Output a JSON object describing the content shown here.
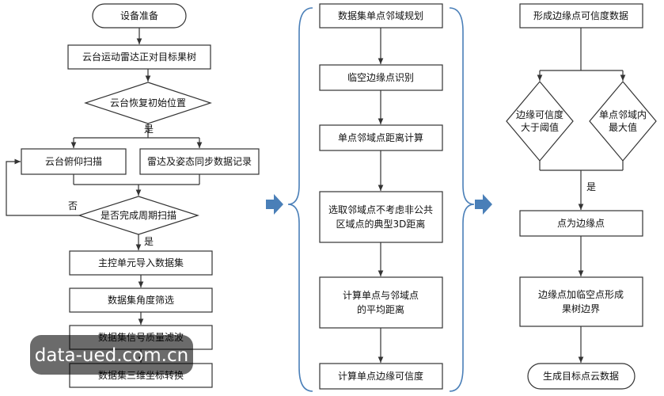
{
  "colors": {
    "stroke": "#333333",
    "accent": "#4a7fb8",
    "text": "#111111"
  },
  "left": {
    "start": "设备准备",
    "align": "云台运动雷达正对目标果树",
    "decision_reset": "云台恢复初始位置",
    "yes_1": "是",
    "scan": "云台俯仰扫描",
    "record": "雷达及姿态同步数据记录",
    "no": "否",
    "decision_period": "是否完成周期扫描",
    "yes_2": "是",
    "import": "主控单元导入数据集",
    "angle_filter": "数据集角度筛选",
    "quality_filter": "数据集信号质量滤波",
    "transform": "数据集三维坐标转换"
  },
  "middle": {
    "plan": "数据集单点邻域规划",
    "identify": "临空边缘点识别",
    "distance": "单点邻域点距离计算",
    "select_l1": "选取邻域点不考虑非公共",
    "select_l2": "区域点的典型3D距离",
    "average_l1": "计算单点与邻域点",
    "average_l2": "的平均距离",
    "confidence": "计算单点边缘可信度"
  },
  "right": {
    "form_data": "形成边缘点可信度数据",
    "dec_a_l1": "边缘可信度",
    "dec_a_l2": "大于阈值",
    "dec_b_l1": "单点邻域内",
    "dec_b_l2": "最大值",
    "yes": "是",
    "is_edge": "点为边缘点",
    "boundary_l1": "边缘点加临空点形成",
    "boundary_l2": "果树边界",
    "output": "生成目标点云数据"
  },
  "watermark": "data-ued.com.cn"
}
